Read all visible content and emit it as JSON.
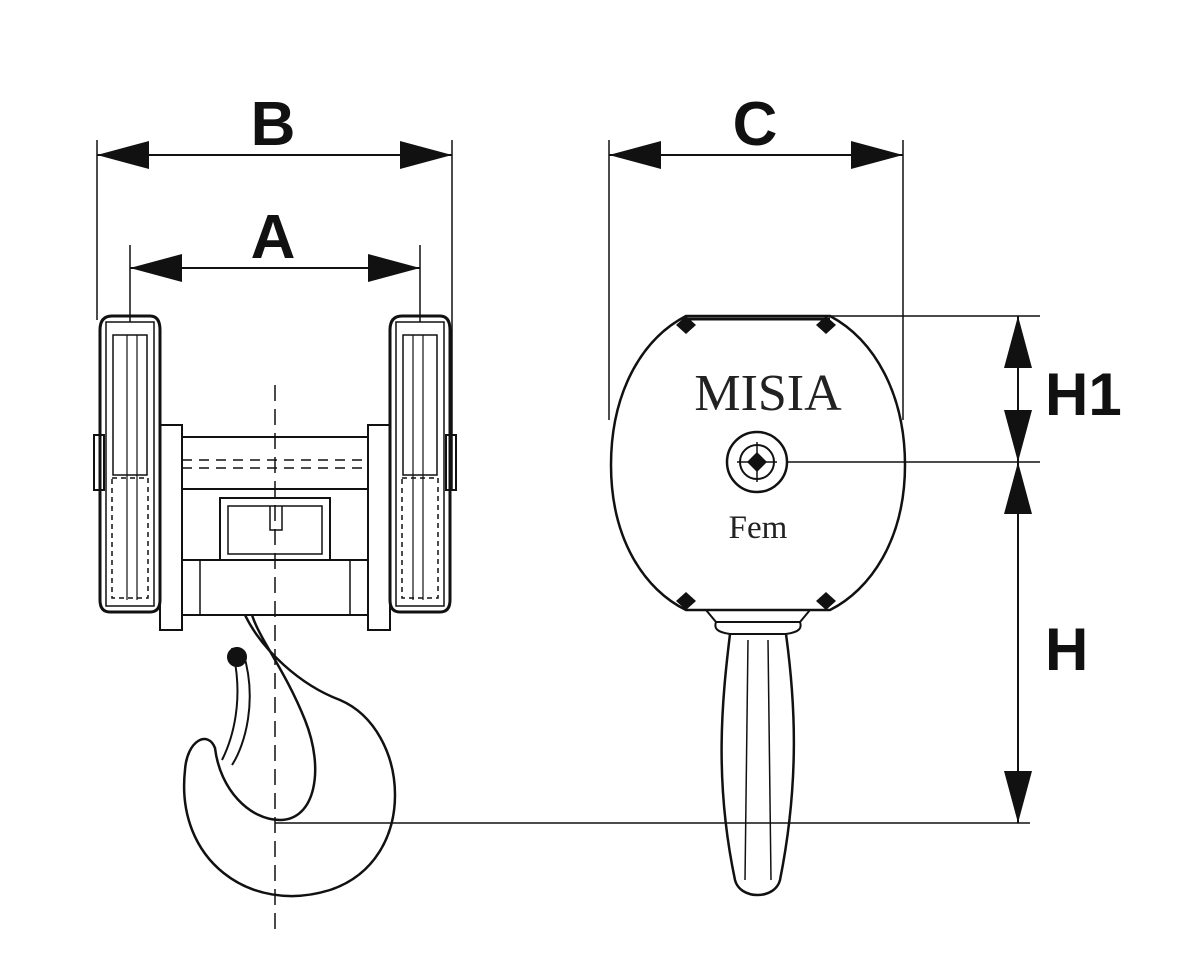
{
  "dimensions": {
    "A": "A",
    "B": "B",
    "C": "C",
    "H1": "H1",
    "H": "H"
  },
  "block": {
    "brand": "MISIA",
    "standard": "Fem"
  },
  "colors": {
    "line": "#111111",
    "background": "#ffffff"
  }
}
